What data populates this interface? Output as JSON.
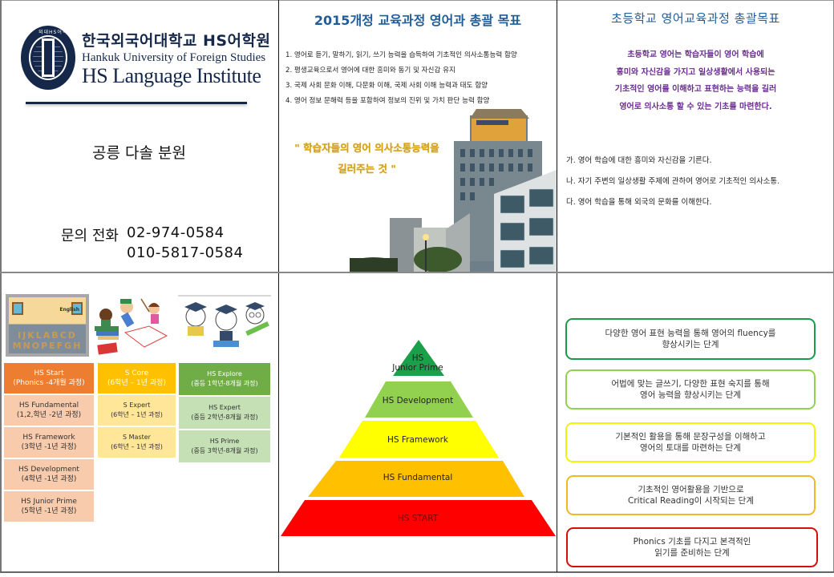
{
  "academy": {
    "logo": {
      "seal_text": "외대HS어학원",
      "name_ko": "한국외국어대학교 HS어학원",
      "name_en_line1": "Hankuk University of Foreign Studies",
      "name_en_line2": "HS Language Institute",
      "brand_color": "#15284a"
    },
    "branch": "공릉 다솔 분원",
    "contact": {
      "label": "문의 전화",
      "phone1": "02-974-0584",
      "phone2": "010-5817-0584"
    }
  },
  "curriculum_2015": {
    "title": "2015개정 교육과정 영어과 총괄 목표",
    "goals": [
      "1. 영어로 듣기, 말하기, 읽기, 쓰기 능력을 습득하여 기초적인 의사소통능력 함양",
      "2. 평생교육으로서 영어에 대한 흥미와 동기 및 자신감 유지",
      "3. 국제 사회 문화 이해, 다문화 이해, 국제 사회 이해 능력과 태도 함양",
      "4. 영어 정보 문해력 등을 포함하여  정보의 진위 및 가치 판단 능력 함양"
    ],
    "quote_line1": "\" 학습자들의 영어 의사소통능력을",
    "quote_line2": "길러주는 것 \"",
    "image": "university-building-photo"
  },
  "elementary": {
    "title": "초등학교 영어교육과정 총괄목표",
    "summary": [
      "초등학교 영어는 학습자들이 영어 학습에",
      "흥미와 자신감을 가지고 일상생활에서 사용되는",
      "기초적인 영어를 이해하고 표현하는 능력을 길러",
      "영어로 의사소통 할 수 있는 기초를 마련한다."
    ],
    "goals": [
      "가. 영어 학습에 대한 흥미와 자신감을 기른다.",
      "나. 자기 주변의 일상생활 주제에 관하여 영어로 기초적인 의사소통.",
      "다. 영어 학습을 통해 외국의 문화를 이해한다."
    ]
  },
  "programs": {
    "images": [
      "classroom-alphabet-illustration",
      "kids-reading-books-illustration",
      "graduates-illustration"
    ],
    "columns": [
      {
        "header": {
          "name": "HS Start",
          "detail": "(Phonics -4개월 과정)"
        },
        "color": "#ed7d31",
        "items": [
          {
            "name": "HS Fundamental",
            "detail": "(1,2,학년  -2년  과정)"
          },
          {
            "name": "HS Framework",
            "detail": "(3학년  -1년  과정)"
          },
          {
            "name": "HS Development",
            "detail": "(4학년  -1년  과정)"
          },
          {
            "name": "HS Junior  Prime",
            "detail": "(5학년  -1년  과정)"
          }
        ]
      },
      {
        "header": {
          "name": "S Core",
          "detail": "(6학년 – 1년 과정)"
        },
        "color": "#ffc000",
        "items": [
          {
            "name": "S Expert",
            "detail": "(6학년 – 1년 과정)"
          },
          {
            "name": "S Master",
            "detail": "(6학년 – 1년 과정)"
          }
        ]
      },
      {
        "header": {
          "name": "HS Explore",
          "detail": "(중등 1학년-8개월 과정)"
        },
        "color": "#70ad47",
        "items": [
          {
            "name": "HS Expert",
            "detail": "(중등 2학년-8개월 과정)"
          },
          {
            "name": "HS Prime",
            "detail": "(중등 3학년-8개월 과정)"
          }
        ]
      }
    ]
  },
  "pyramid": {
    "levels": [
      {
        "label_line1": "HS",
        "label_line2": "Junior Prime",
        "color": "#1aa04a"
      },
      {
        "label": "HS Development",
        "color": "#92d050"
      },
      {
        "label": "HS Framework",
        "color": "#ffff00"
      },
      {
        "label": "HS Fundamental",
        "color": "#ffc000"
      },
      {
        "label": "HS START",
        "color": "#ff0000"
      }
    ]
  },
  "stages": [
    {
      "line1": "다양한 영어 표현 능력을 통해 영어의 fluency를",
      "line2": "향상시키는 단계",
      "border": "#1a9b4b"
    },
    {
      "line1": "어법에 맞는 글쓰기, 다양한 표현 숙지를 통해",
      "line2": "영어 능력을 향상시키는 단계",
      "border": "#92d050"
    },
    {
      "line1": "기본적인 활용을 통해 문장구성을 이해하고",
      "line2": "영어의 토대를 마련하는 단계",
      "border": "#f2f20a"
    },
    {
      "line1": "기초적인 영어활용을 기반으로",
      "line2": "Critical Reading이 시작되는 단계",
      "border": "#f0b828"
    },
    {
      "line1": "Phonics 기초를 다지고 본격적인",
      "line2": "읽기를 준비하는 단계",
      "border": "#d40f0f"
    }
  ]
}
